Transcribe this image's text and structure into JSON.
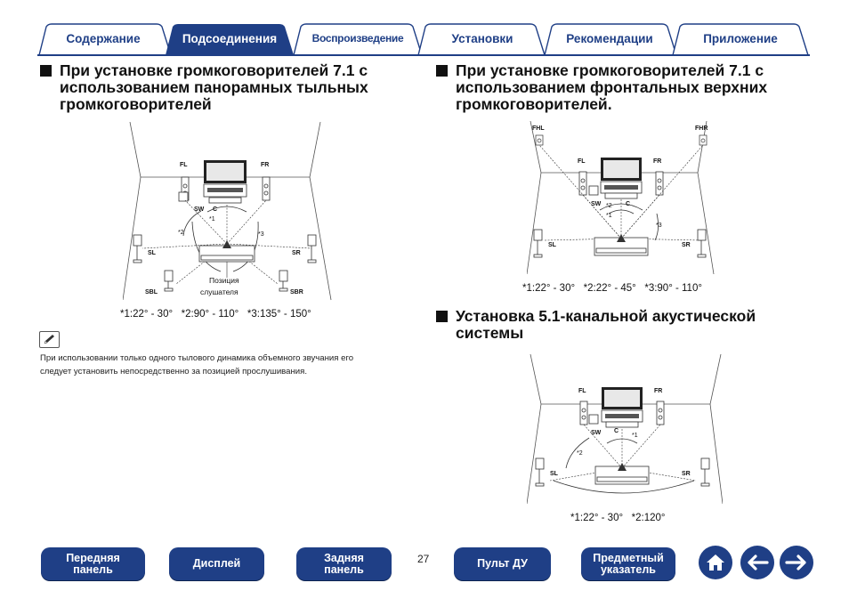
{
  "tabs": [
    {
      "label": "Содержание"
    },
    {
      "label": "Подсоединения"
    },
    {
      "label": "Воспроизведение"
    },
    {
      "label": "Установки"
    },
    {
      "label": "Рекомендации"
    },
    {
      "label": "Приложение"
    }
  ],
  "left": {
    "heading": [
      "При установке громкоговорителей 7.1 с",
      "использованием панорамных тыльных",
      "громкоговорителей"
    ],
    "labels": {
      "fl": "FL",
      "fr": "FR",
      "sw": "SW",
      "c": "C",
      "sl": "SL",
      "sr": "SR",
      "sbl": "SBL",
      "sbr": "SBR",
      "a1": "*1",
      "a2": "*2",
      "a3": "*3",
      "pos1": "Позиция",
      "pos2": "слушателя"
    },
    "formula": [
      "*1:22° - 30°",
      "*2:90° - 110°",
      "*3:135° - 150°"
    ],
    "note": [
      "При использовании только одного тылового динамика объемного звучания его",
      "следует установить непосредственно за позицией прослушивания."
    ]
  },
  "right_top": {
    "heading": [
      "При установке громкоговорителей 7.1 с",
      "использованием фронтальных верхних",
      "громкоговорителей."
    ],
    "labels": {
      "fhl": "FHL",
      "fhr": "FHR",
      "fl": "FL",
      "fr": "FR",
      "sw": "SW",
      "c": "C",
      "sl": "SL",
      "sr": "SR",
      "a1": "*1",
      "a2": "*2",
      "a3": "*3"
    },
    "formula": [
      "*1:22° - 30°",
      "*2:22° - 45°",
      "*3:90° - 110°"
    ]
  },
  "right_bottom": {
    "heading": [
      "Установка 5.1-канальной акустической",
      "системы"
    ],
    "labels": {
      "fl": "FL",
      "fr": "FR",
      "sw": "SW",
      "c": "C",
      "sl": "SL",
      "sr": "SR",
      "a1": "*1",
      "a2": "*2"
    },
    "formula": [
      "*1:22° - 30°",
      "*2:120°"
    ]
  },
  "bottom_nav": {
    "front": [
      "Передняя",
      "панель"
    ],
    "display": "Дисплей",
    "rear": [
      "Задняя",
      "панель"
    ],
    "page": "27",
    "remote": "Пульт ДУ",
    "index": [
      "Предметный",
      "указатель"
    ]
  },
  "colors": {
    "brand": "#1f3f86"
  },
  "icons": [
    "pencil-icon",
    "home-icon",
    "arrow-left-icon",
    "arrow-right-icon"
  ]
}
